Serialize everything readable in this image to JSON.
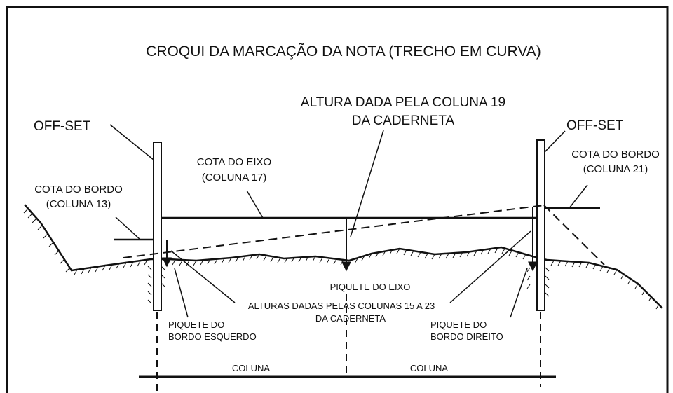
{
  "title": "CROQUI DA MARCAÇÃO DA NOTA (TRECHO EM CURVA)",
  "labels": {
    "altura_line1": "ALTURA DADA PELA COLUNA 19",
    "altura_line2": "DA CADERNETA",
    "offset_left": "OFF-SET",
    "offset_right": "OFF-SET",
    "cota_eixo_line1": "COTA DO EIXO",
    "cota_eixo_line2": "(COLUNA 17)",
    "cota_bordo_left_line1": "COTA DO BORDO",
    "cota_bordo_left_line2": "(COLUNA 13)",
    "cota_bordo_right_line1": "COTA DO BORDO",
    "cota_bordo_right_line2": "(COLUNA 21)",
    "piquete_eixo": "PIQUETE DO EIXO",
    "alturas_line1": "ALTURAS DADAS PELAS COLUNAS 15 A 23",
    "alturas_line2": "DA CADERNETA",
    "piquete_esq_line1": "PIQUETE DO",
    "piquete_esq_line2": "BORDO ESQUERDO",
    "piquete_dir_line1": "PIQUETE DO",
    "piquete_dir_line2": "BORDO DIREITO",
    "coluna_left": "COLUNA",
    "coluna_right": "COLUNA"
  }
}
